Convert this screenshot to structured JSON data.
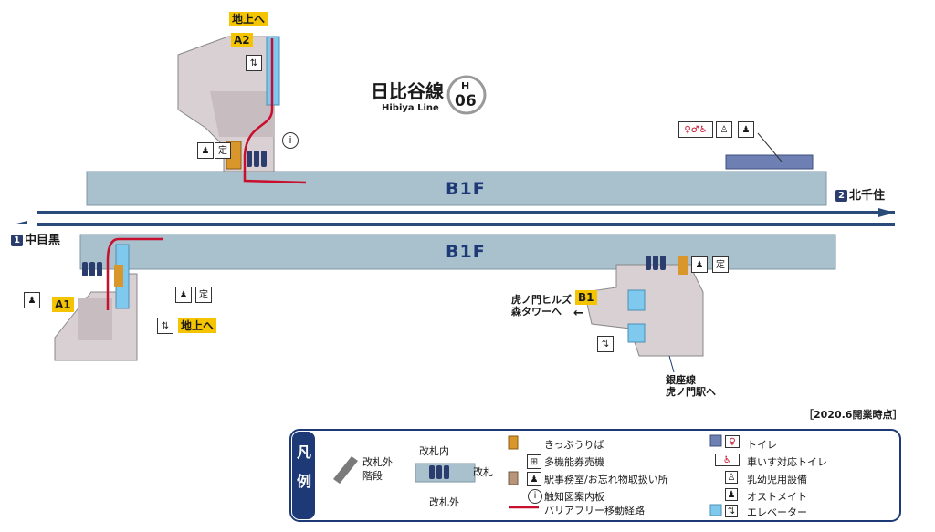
{
  "line": {
    "name_ja": "日比谷線",
    "name_en": "Hibiya Line",
    "code_letter": "H",
    "code_number": "06"
  },
  "floor_label_upper": "B1F",
  "floor_label_lower": "B1F",
  "direction_right": {
    "number": "2",
    "label": "北千住"
  },
  "direction_left": {
    "number": "1",
    "label": "中目黒"
  },
  "exits": {
    "a2_label": "A2",
    "a2_up": "地上へ",
    "a1_label": "A1",
    "a1_up": "地上へ",
    "b1_label": "B1",
    "b1_dest": [
      "虎ノ門ヒルズ",
      "森タワーへ"
    ],
    "ginza_transfer": [
      "銀座線",
      "虎ノ門駅へ"
    ]
  },
  "date_note": "［2020.6開業時点］",
  "legend": {
    "title": [
      "凡",
      "例"
    ],
    "stairs_outside": [
      "改札外",
      "階段"
    ],
    "gate_inside": "改札内",
    "gate": "改札",
    "gate_outside": "改札外",
    "items": [
      "きっぷうりば",
      "多機能券売機",
      "駅事務室/お忘れ物取扱い所",
      "触知図案内板",
      "バリアフリー移動経路",
      "トイレ",
      "車いす対応トイレ",
      "乳幼児用設備",
      "オストメイト",
      "エレベーター"
    ]
  },
  "colors": {
    "track": "#2a4a7a",
    "platform": "#a9c1cd",
    "route": "#c8102e",
    "elevator": "#7fc8ee",
    "ticket": "#d9962b",
    "badge": "#f5c400"
  }
}
